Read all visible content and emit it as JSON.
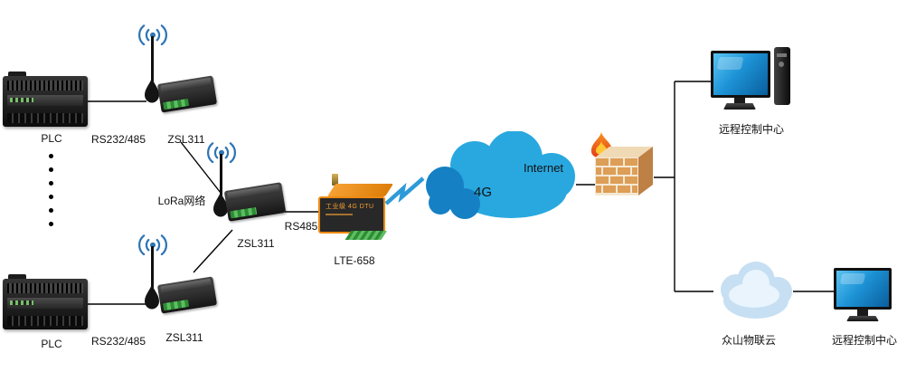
{
  "labels": {
    "plc_top": "PLC",
    "rs232_top": "RS232/485",
    "zsl311_top": "ZSL311",
    "lora": "LoRa网络",
    "zsl311_mid": "ZSL311",
    "rs485": "RS485",
    "lte658": "LTE-658",
    "dtu_panel": "工业级 4G DTU",
    "plc_bottom": "PLC",
    "rs232_bottom": "RS232/485",
    "zsl311_bottom": "ZSL311",
    "internet": "Internet",
    "four_g": "4G",
    "remote_center_top": "远程控制中心",
    "iot_cloud": "众山物联云",
    "remote_center_bottom": "远程控制中心"
  },
  "colors": {
    "line": "#000000",
    "cloud_main_blue": "#29A8E0",
    "cloud_dark_blue": "#1580C4",
    "iot_cloud_light": "#C6DFF3",
    "device_orange": "#EE8911",
    "terminal_green": "#2E8C34",
    "screen_blue": "#1D93D6",
    "brick_tan": "#DD9E57",
    "flame_orange": "#EE4D1F",
    "flame_yellow": "#FFC733",
    "antenna_blue": "#2E75B6",
    "lightning_blue": "#2E9BD8"
  }
}
